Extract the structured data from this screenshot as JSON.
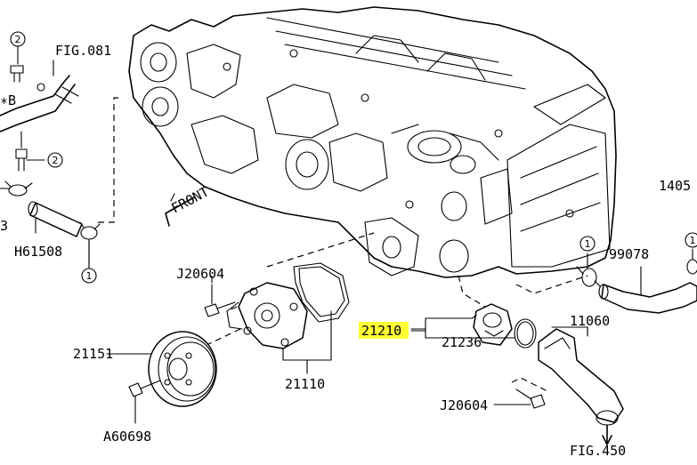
{
  "labels": {
    "fig081": "FIG.081",
    "ref_b": "∗B",
    "front": "FRONT",
    "h61508": "H61508",
    "left_3": "3",
    "j20604_top": "J20604",
    "p21151": "21151",
    "a60698": "A60698",
    "p21110": "21110",
    "p21210": "21210",
    "p21236": "21236",
    "j20604_bottom": "J20604",
    "fig450": "FIG.450",
    "p11060": "11060",
    "p99078": "99078",
    "p1405": "1405"
  },
  "callouts": {
    "c2_top": "2",
    "c2_mid": "2",
    "c1_left": "1",
    "c1_right": "1",
    "c1_far": "1"
  },
  "colors": {
    "highlight": "#ffff33",
    "ink": "#000000"
  }
}
